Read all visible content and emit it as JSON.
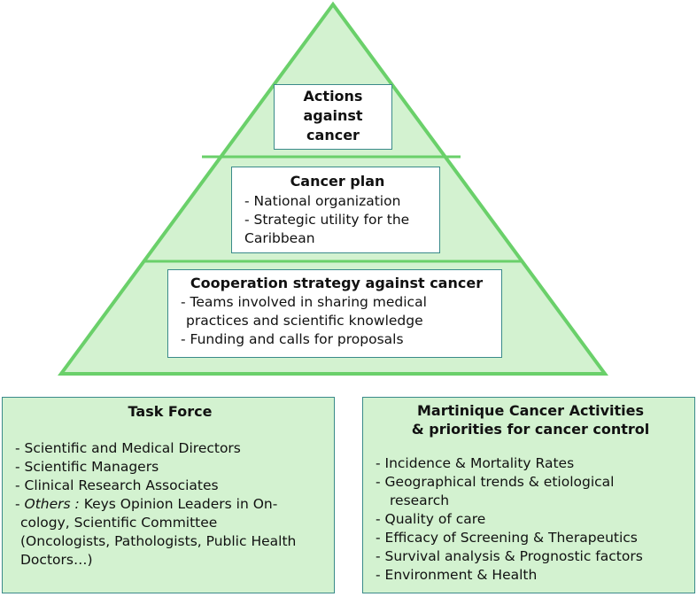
{
  "colors": {
    "pyramid_fill": "#d3f2d0",
    "pyramid_stroke": "#6ad06a",
    "box_border": "#3a8a8a",
    "panel_fill": "#d3f2d0"
  },
  "pyramid": {
    "top": {
      "title_lines": [
        "Actions",
        "against",
        "cancer"
      ]
    },
    "middle": {
      "title": "Cancer plan",
      "items": [
        "- National organization",
        "- Strategic utility for the",
        "Caribbean"
      ]
    },
    "bottom": {
      "title": "Cooperation strategy against cancer",
      "items": [
        "-  Teams involved in sharing medical",
        "practices and scientific knowledge",
        "- Funding and calls for proposals"
      ]
    }
  },
  "task_force": {
    "title": "Task Force",
    "items": [
      "- Scientific and Medical Directors",
      "- Scientific Managers",
      "- Clinical Research Associates"
    ],
    "others_prefix": "- ",
    "others_label": "Others :",
    "others_text": " Keys Opinion Leaders in On-",
    "continuation": [
      "cology, Scientific Committee",
      "(Oncologists, Pathologists, Public Health",
      "Doctors…)"
    ]
  },
  "martinique": {
    "title_lines": [
      "Martinique Cancer Activities",
      "& priorities for cancer control"
    ],
    "items": [
      "- Incidence & Mortality Rates",
      "- Geographical trends & etiological",
      "research",
      "- Quality of care",
      "- Efficacy of Screening & Therapeutics",
      "- Survival analysis & Prognostic factors",
      "- Environment & Health"
    ]
  }
}
